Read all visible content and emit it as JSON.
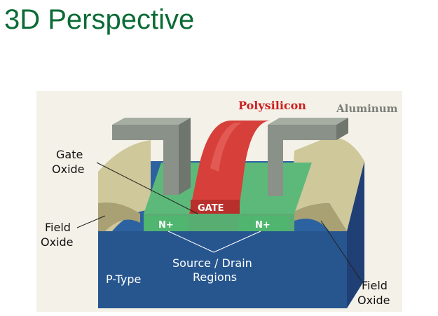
{
  "slide": {
    "title": "3D Perspective"
  },
  "diagram": {
    "labels": {
      "polysilicon": "Polysilicon",
      "aluminum": "Aluminum",
      "gate_oxide_1": "Gate",
      "gate_oxide_2": "Oxide",
      "field_oxide_left_1": "Field",
      "field_oxide_left_2": "Oxide",
      "field_oxide_right_1": "Field",
      "field_oxide_right_2": "Oxide",
      "gate": "GATE",
      "n_plus_left": "N+",
      "n_plus_right": "N+",
      "source_drain_1": "Source / Drain",
      "source_drain_2": "Regions",
      "p_type": "P-Type"
    },
    "colors": {
      "substrate": "#27568f",
      "substrate_side": "#1f3f75",
      "green": "#5db97a",
      "n_region": "#4fb56f",
      "field_oxide": "#cfc89a",
      "field_oxide_dark": "#a9a173",
      "aluminum": "#8a9188",
      "aluminum_light": "#a6ada3",
      "polysilicon": "#d63f3a",
      "polysilicon_label": "#cc1f1f",
      "aluminum_label": "#7a7f78"
    }
  }
}
